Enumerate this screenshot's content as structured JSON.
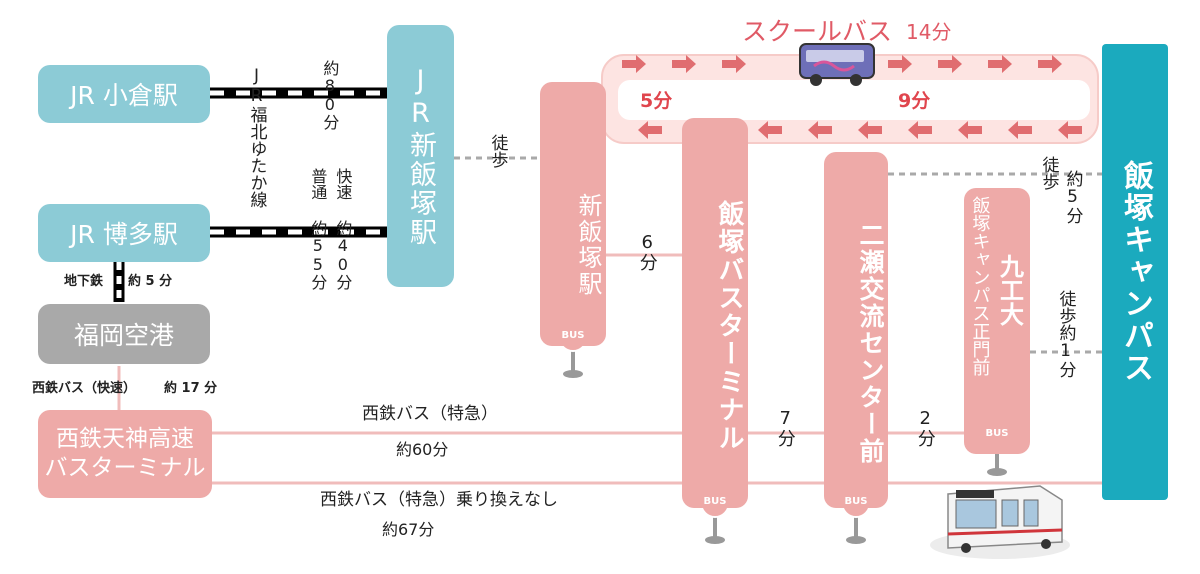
{
  "stations": {
    "kokura": "JR 小倉駅",
    "hakata": "JR 博多駅",
    "fukuoka_airport": "福岡空港",
    "tenjin_line1": "西鉄天神高速",
    "tenjin_line2": "バスターミナル",
    "jr_shin_iizuka": "JR新飯塚駅",
    "shin_iizuka_bus": "新飯塚駅",
    "iizuka_bus_terminal": "飯塚バスターミナル",
    "nise_center": "二瀬交流センター前",
    "kyutech_col1": "飯塚キャンパス正門前",
    "kyutech_col2": "九工大",
    "campus": "飯塚キャンパス"
  },
  "labels": {
    "jr_line": "JR福北ゆたか線",
    "kokura_time": "約80分",
    "rapid": "快速",
    "rapid_time": "約40分",
    "local": "普通",
    "local_time": "約55分",
    "subway": "地下鉄",
    "subway_time": "約 5 分",
    "airport_bus": "西鉄バス（快速）",
    "airport_bus_time": "約 17 分",
    "walk": "徒歩",
    "walk_campus": "徒歩",
    "walk_campus_time": "約5分",
    "walk_kyutech": "徒歩約1分",
    "bus_6": "6分",
    "bus_7": "7分",
    "bus_2": "2分",
    "express1": "西鉄バス（特急）",
    "express1_time": "約60分",
    "express2": "西鉄バス（特急）乗り換えなし",
    "express2_time": "約67分",
    "school_bus": "スクールバス",
    "school_bus_time": "14分",
    "loop_5": "5分",
    "loop_9": "9分",
    "bus_stop": "BUS"
  },
  "colors": {
    "jr_blue": "#8ccbd6",
    "bus_pink": "#eeaaa8",
    "campus_teal": "#1baabe",
    "airport_gray": "#a9a9a9",
    "arrow_red": "#e0454d"
  }
}
